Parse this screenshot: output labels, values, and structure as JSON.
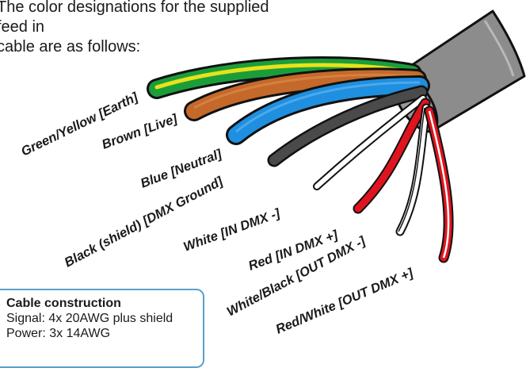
{
  "intro": {
    "line1": "The color designations for the supplied feed in",
    "line2": "cable are as follows:"
  },
  "wires": [
    {
      "label": "Green/Yellow [Earth]",
      "color": "#1b9e3a",
      "stripe": "#e8e21a"
    },
    {
      "label": "Brown [Live]",
      "color": "#c5692a"
    },
    {
      "label": "Blue [Neutral]",
      "color": "#1f8fe0"
    },
    {
      "label": "Black (shield) [DMX Ground]",
      "color": "#4a4a4a"
    },
    {
      "label": "White [IN DMX -]",
      "color": "#ffffff"
    },
    {
      "label": "Red [IN DMX +]",
      "color": "#e0141e"
    },
    {
      "label": "White/Black [OUT DMX -]",
      "color": "#ffffff",
      "stripe": "#1a1a1a"
    },
    {
      "label": "Red/White [OUT DMX +]",
      "color": "#e0141e",
      "stripe": "#ffffff"
    }
  ],
  "jacket_color": "#8c8c8c",
  "construction": {
    "title": "Cable construction",
    "signal": "Signal: 4x 20AWG plus shield",
    "power": "Power: 3x 14AWG"
  }
}
